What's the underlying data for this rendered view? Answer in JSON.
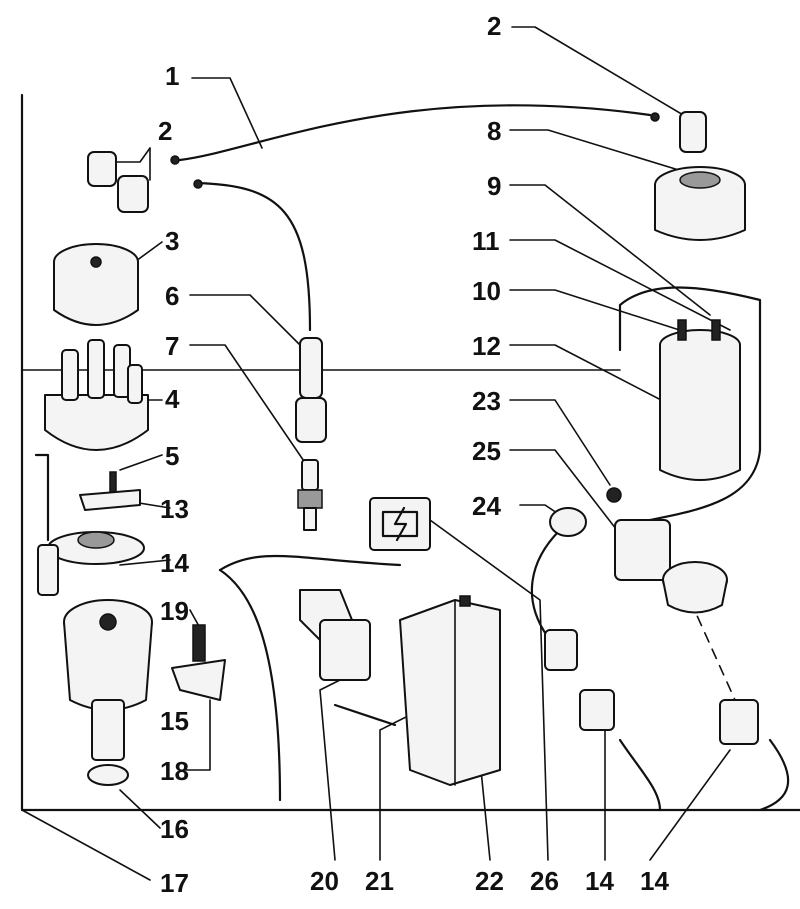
{
  "colors": {
    "ink": "#111111",
    "paper": "#ffffff",
    "shade": "#999999"
  },
  "callouts": [
    {
      "id": "c1",
      "label": "1"
    },
    {
      "id": "c2a",
      "label": "2"
    },
    {
      "id": "c2b",
      "label": "2"
    },
    {
      "id": "c3",
      "label": "3"
    },
    {
      "id": "c4",
      "label": "4"
    },
    {
      "id": "c5",
      "label": "5"
    },
    {
      "id": "c6",
      "label": "6"
    },
    {
      "id": "c7",
      "label": "7"
    },
    {
      "id": "c8",
      "label": "8"
    },
    {
      "id": "c9",
      "label": "9"
    },
    {
      "id": "c10",
      "label": "10"
    },
    {
      "id": "c11",
      "label": "11"
    },
    {
      "id": "c12",
      "label": "12"
    },
    {
      "id": "c13",
      "label": "13"
    },
    {
      "id": "c14a",
      "label": "14"
    },
    {
      "id": "c14b",
      "label": "14"
    },
    {
      "id": "c14c",
      "label": "14"
    },
    {
      "id": "c15",
      "label": "15"
    },
    {
      "id": "c16",
      "label": "16"
    },
    {
      "id": "c17",
      "label": "17"
    },
    {
      "id": "c18",
      "label": "18"
    },
    {
      "id": "c19",
      "label": "19"
    },
    {
      "id": "c20",
      "label": "20"
    },
    {
      "id": "c21",
      "label": "21"
    },
    {
      "id": "c22",
      "label": "22"
    },
    {
      "id": "c23",
      "label": "23"
    },
    {
      "id": "c24",
      "label": "24"
    },
    {
      "id": "c25",
      "label": "25"
    },
    {
      "id": "c26",
      "label": "26"
    }
  ]
}
